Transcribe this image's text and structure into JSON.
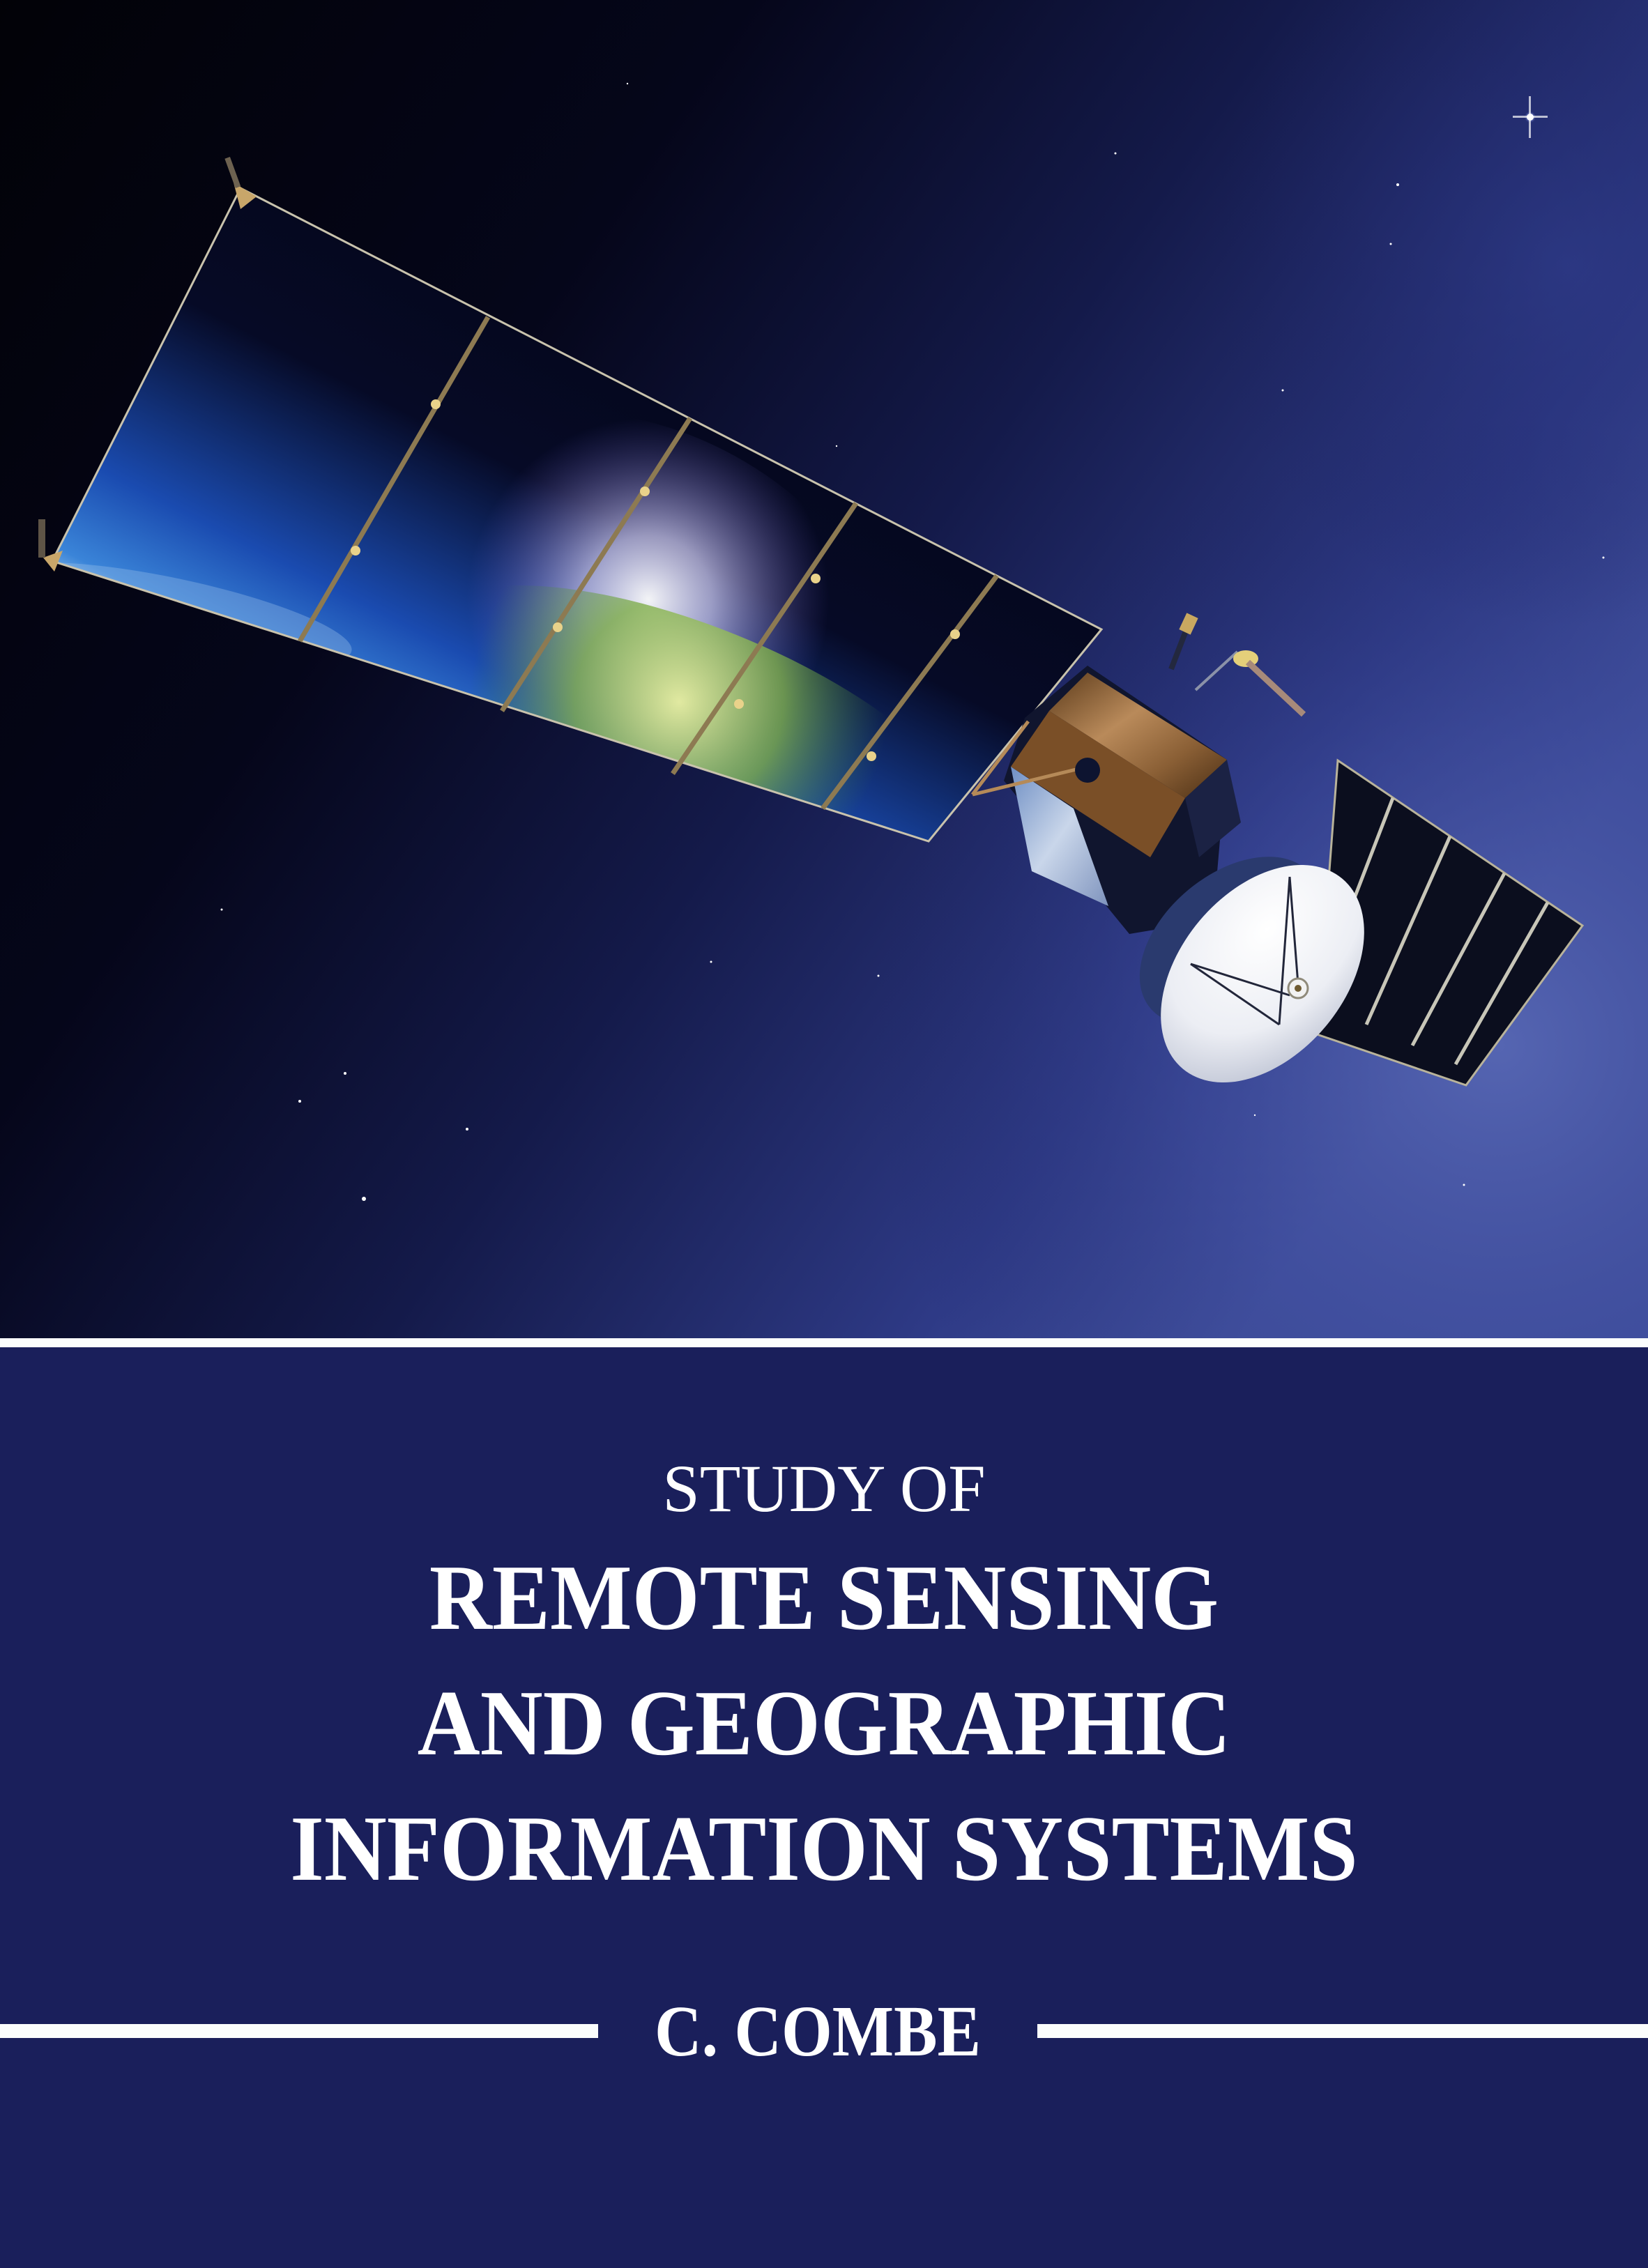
{
  "book": {
    "kicker": "STUDY OF",
    "title_lines": [
      "REMOTE SENSING",
      "AND GEOGRAPHIC",
      "INFORMATION SYSTEMS"
    ],
    "author": "C. COMBE"
  },
  "cover_art": {
    "subject": "satellite with solar panel array reflecting Earth, parabolic dish antenna, starfield",
    "icons": [
      "satellite-icon",
      "solar-panel-icon",
      "dish-antenna-icon",
      "earth-reflection",
      "star-icon"
    ]
  },
  "colors": {
    "panel_navy": "#1a1f5b",
    "rule_white": "#fbfdfd",
    "text_white": "#ffffff",
    "sky_dark": "#020308",
    "sky_blue": "#4a5aa8"
  }
}
